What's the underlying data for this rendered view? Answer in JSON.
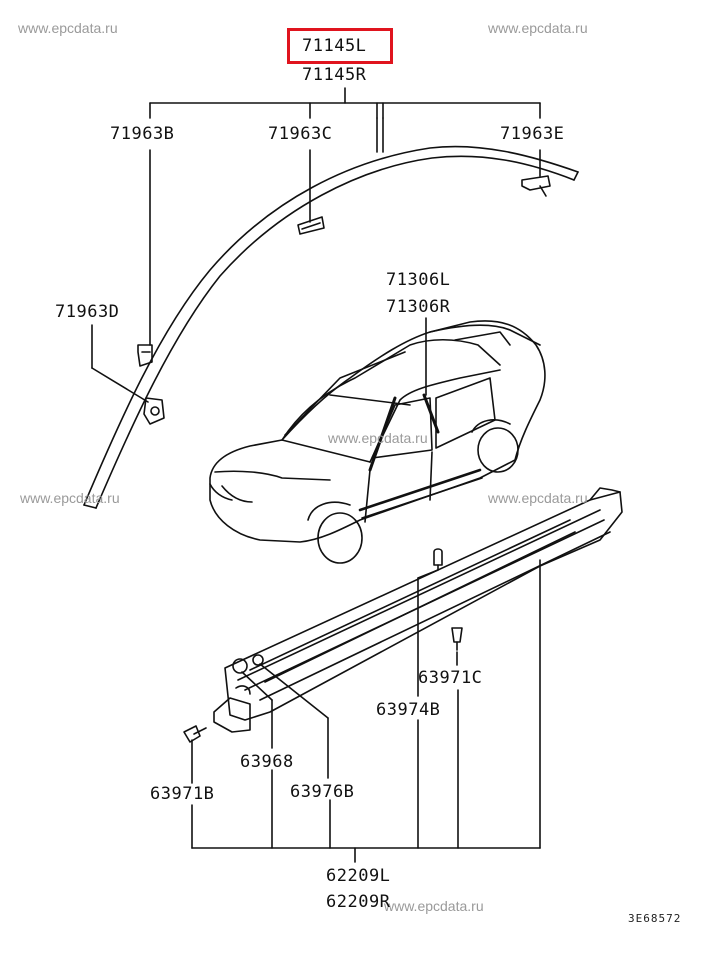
{
  "watermark": "www.epcdata.ru",
  "highlight_color": "#e0141e",
  "line_color": "#111111",
  "parts": {
    "p71145L": "71145L",
    "p71145R": "71145R",
    "p71963B": "71963B",
    "p71963C": "71963C",
    "p71963E": "71963E",
    "p71963D": "71963D",
    "p71306L": "71306L",
    "p71306R": "71306R",
    "p63971C": "63971C",
    "p63974B": "63974B",
    "p63968": "63968",
    "p63976B": "63976B",
    "p63971B": "63971B",
    "p62209L": "62209L",
    "p62209R": "62209R"
  },
  "diagram_code": "3E68572"
}
